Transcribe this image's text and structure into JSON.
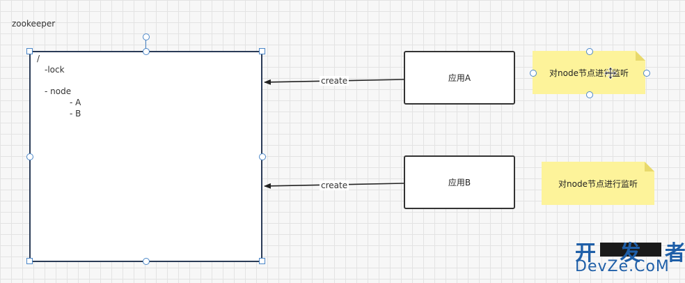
{
  "canvas": {
    "title": "zookeeper"
  },
  "zookeeper": {
    "tree_lines": [
      "/",
      "-lock",
      "- node",
      "- A",
      "- B"
    ]
  },
  "apps": [
    {
      "label": "应用A"
    },
    {
      "label": "应用B"
    }
  ],
  "notes": [
    {
      "text": "对node节点进行监听"
    },
    {
      "text": "对node节点进行监听"
    }
  ],
  "edges": [
    {
      "label": "create"
    },
    {
      "label": "create"
    }
  ],
  "watermark": {
    "top": "开 发 者",
    "bottom": "DevZe.CoM"
  },
  "colors": {
    "box_border": "#2a3b57",
    "handle": "#4a86c8",
    "note": "#fdf39a",
    "watermark": "#1f5fa8"
  }
}
